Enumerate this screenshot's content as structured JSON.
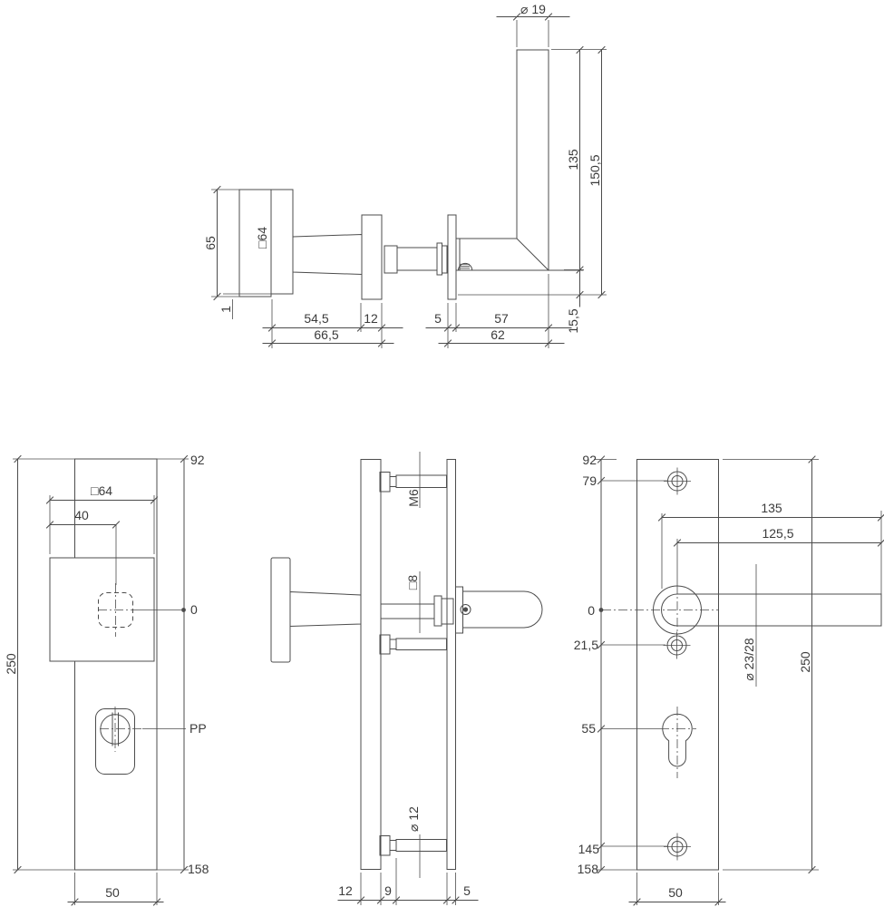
{
  "views": {
    "side": {
      "dia19": "⌀ 19",
      "h65": "65",
      "sq64": "□64",
      "t1": "1",
      "l54_5": "54,5",
      "l12": "12",
      "l66_5": "66,5",
      "l5": "5",
      "l57": "57",
      "l15_5": "15,5",
      "l62": "62",
      "len135": "135",
      "len150_5": "150,5"
    },
    "outside": {
      "h250": "250",
      "top92": "92",
      "zero": "0",
      "bot158": "158",
      "sq64": "□64",
      "l40": "40",
      "pp": "PP",
      "w50": "50"
    },
    "section": {
      "m6": "M6",
      "sq8": "□8",
      "dia12": "⌀ 12",
      "t12": "12",
      "t9": "9",
      "t5": "5"
    },
    "inside": {
      "top92": "92",
      "s79": "79",
      "zero": "0",
      "s21_5": "21,5",
      "s55": "55",
      "s145": "145",
      "bot158": "158",
      "l135": "135",
      "l125_5": "125,5",
      "dia23_28": "⌀ 23/28",
      "h250": "250",
      "w50": "50"
    }
  }
}
